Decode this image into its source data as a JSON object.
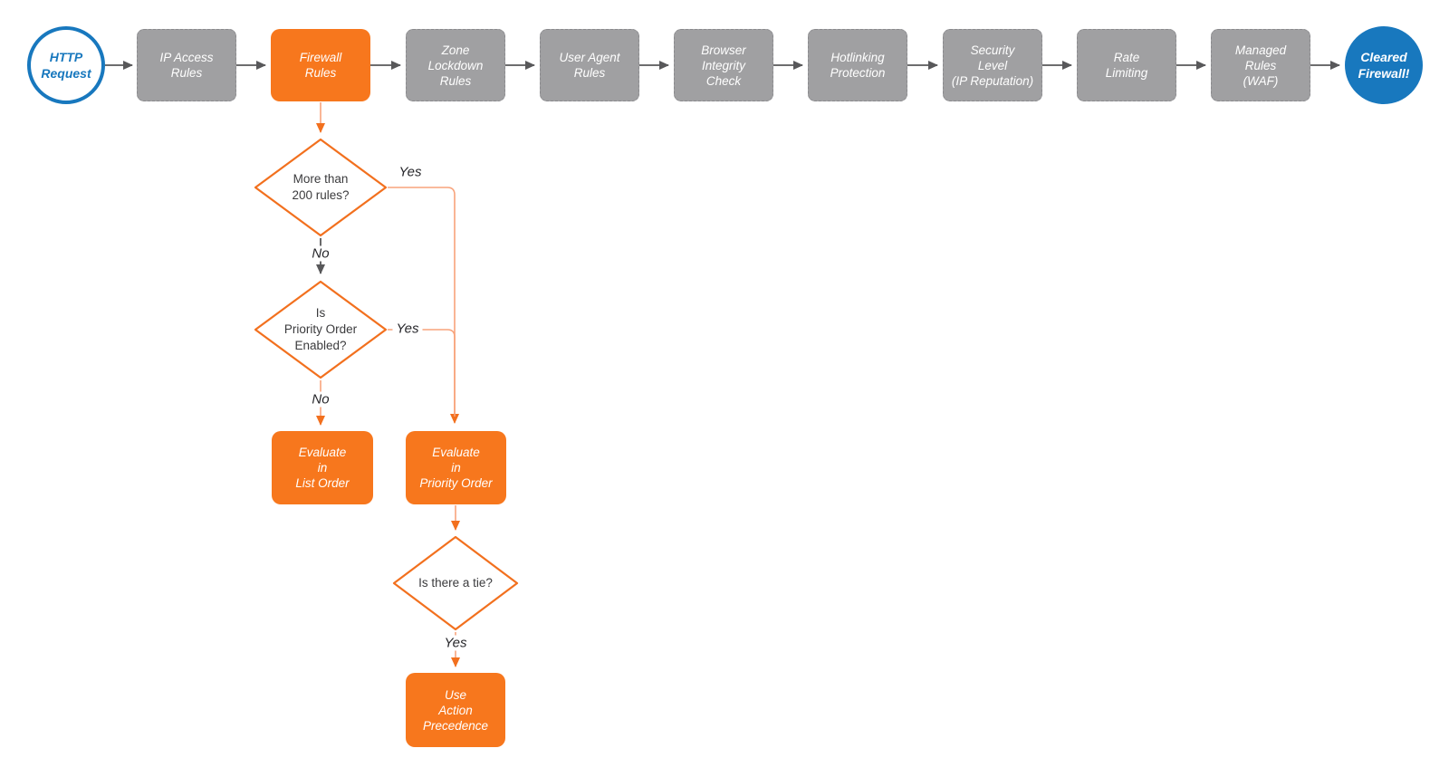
{
  "colors": {
    "orange": "#F7771D",
    "orange_line": "#F2701E",
    "light_orange": "#F8A37B",
    "gray_box": "#A0A0A2",
    "gray_box_border": "#8A8A8D",
    "gray_line": "#58585A",
    "blue": "#1878BE",
    "node_text": "#FFFFFF",
    "diamond_text": "#3B3B3D",
    "edge_label_text": "#26262A",
    "background": "#FFFFFF"
  },
  "flow": {
    "start": {
      "label": "HTTP\nRequest"
    },
    "pipeline": [
      {
        "label": "IP Access\nRules"
      },
      {
        "label": "Firewall\nRules"
      },
      {
        "label": "Zone\nLockdown\nRules"
      },
      {
        "label": "User Agent\nRules"
      },
      {
        "label": "Browser\nIntegrity\nCheck"
      },
      {
        "label": "Hotlinking\nProtection"
      },
      {
        "label": "Security\nLevel\n(IP Reputation)"
      },
      {
        "label": "Rate\nLimiting"
      },
      {
        "label": "Managed\nRules\n(WAF)"
      }
    ],
    "end": {
      "label": "Cleared\nFirewall!"
    },
    "decisions": [
      {
        "label": "More than\n200 rules?"
      },
      {
        "label": "Is\nPriority Order\nEnabled?"
      },
      {
        "label": "Is there a tie?"
      }
    ],
    "actions": [
      {
        "label": "Evaluate\nin\nList Order"
      },
      {
        "label": "Evaluate\nin\nPriority Order"
      },
      {
        "label": "Use\nAction\nPrecedence"
      }
    ],
    "edge_labels": {
      "yes1": "Yes",
      "no1": "No",
      "yes2": "Yes",
      "no2": "No",
      "yes3": "Yes"
    }
  }
}
